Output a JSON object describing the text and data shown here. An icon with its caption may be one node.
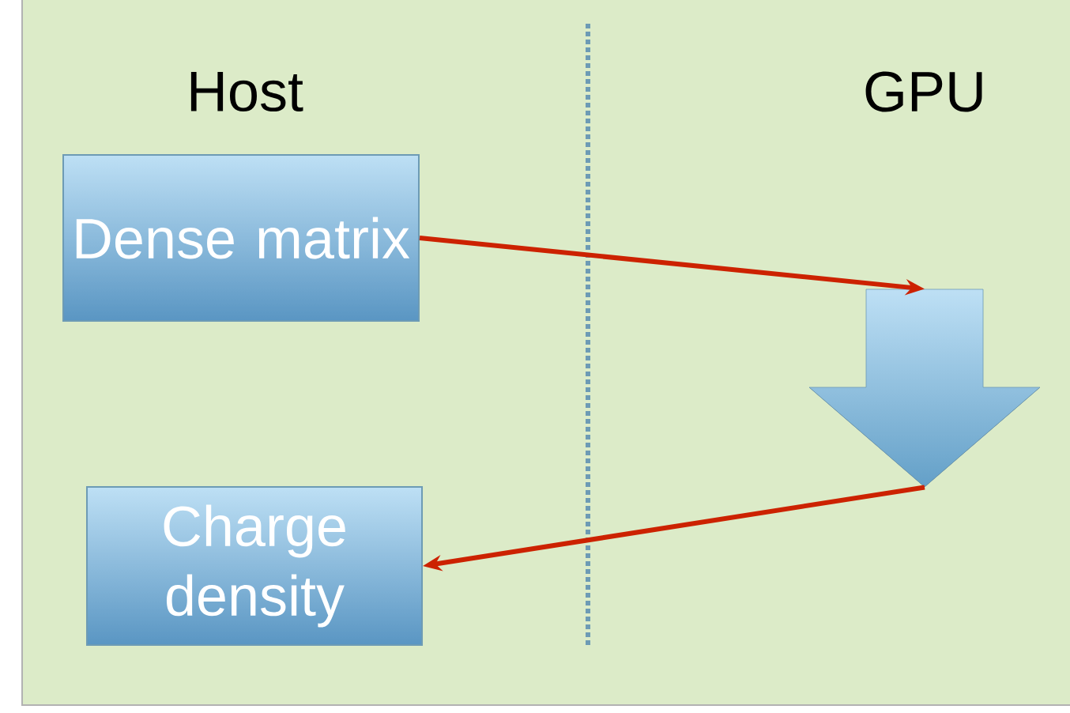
{
  "diagram": {
    "nodes": [
      {
        "text": [
          "Dense matrix"
        ]
      },
      {
        "text": [
          "Charge density"
        ]
      },
      {
        "text": [],
        "shape": "arrow"
      }
    ],
    "edges": [
      {
        "from": 0,
        "to": 2,
        "arrow": "to"
      },
      {
        "from": 2,
        "to": 1,
        "arrow": "to"
      }
    ],
    "labels": [
      "Host",
      "GPU"
    ]
  }
}
